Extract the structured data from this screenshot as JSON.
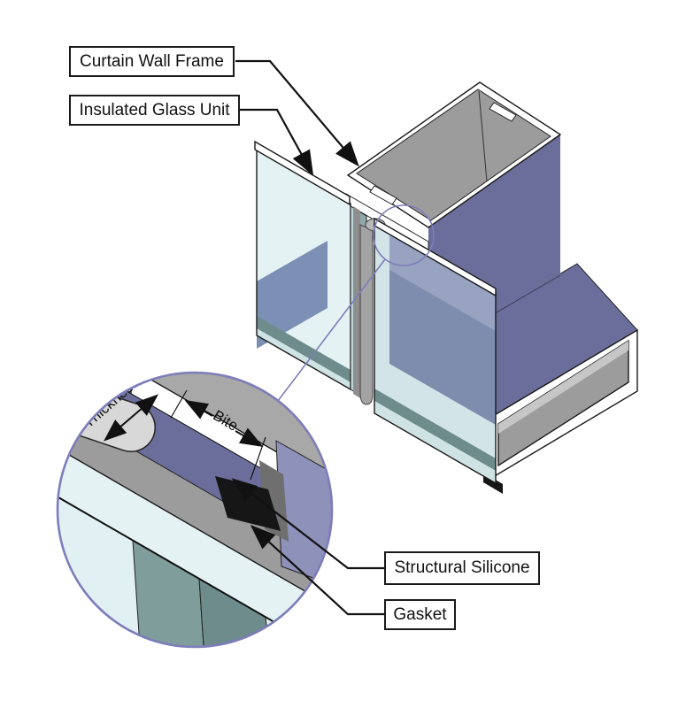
{
  "labels": {
    "curtain_wall_frame": "Curtain Wall Frame",
    "insulated_glass_unit": "Insulated Glass Unit",
    "structural_silicone": "Structural Silicone",
    "gasket": "Gasket"
  },
  "detail_dimensions": {
    "thickness": "Thickness",
    "bite": "Bite"
  },
  "colors": {
    "frame_purple": "#6b6e9b",
    "frame_purple_light": "#8e92ba",
    "glass_blue_tint": "#7e8cae",
    "glass_blue_tint_light": "#97a3c1",
    "metal_gray": "#9c9c9c",
    "metal_gray_mid": "#a8a8a8",
    "metal_gray_light": "#d8d8d8",
    "metal_gray_dark": "#6f6f6f",
    "glass_pale": "#e4f2f4",
    "glass_pale_mid": "#cfe3e5",
    "glass_teal": "#7f9d9b",
    "glass_teal_dark": "#6e8c8c",
    "spacer_blue": "#7c8fb4",
    "silicone_black": "#161616",
    "line_black": "#1a1a1a",
    "callout_purple": "#7d7db9"
  }
}
